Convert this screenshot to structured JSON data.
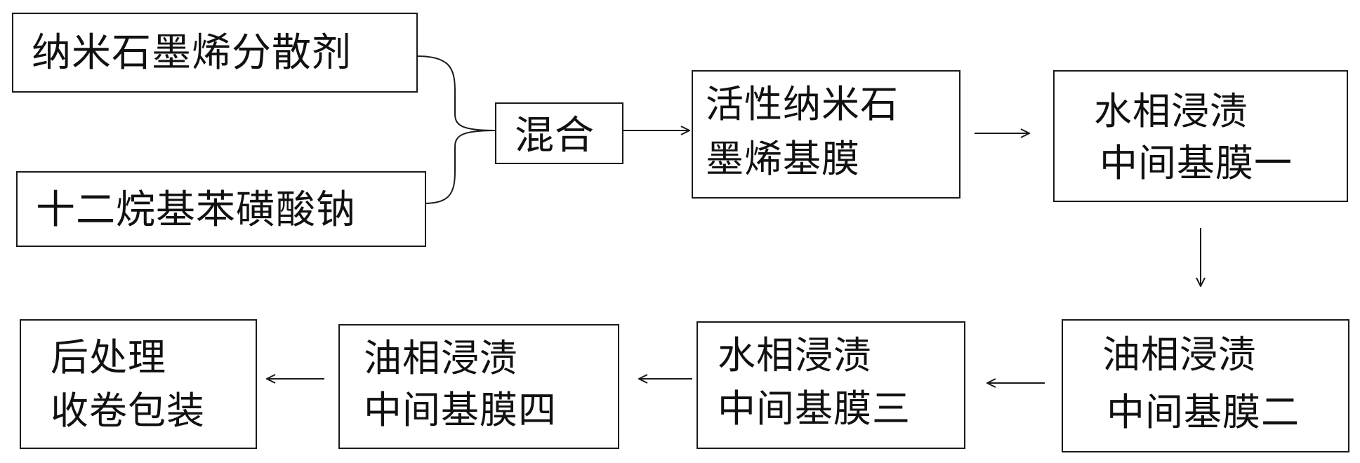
{
  "nodes": {
    "graphene_dispersant": {
      "lines": [
        "纳米石墨烯分散剂"
      ]
    },
    "sds": {
      "lines": [
        "十二烷基苯磺酸钠"
      ]
    },
    "mix": {
      "lines": [
        "混合"
      ]
    },
    "active_base_film": {
      "lines": [
        "活性纳米石",
        "墨烯基膜"
      ]
    },
    "aqueous_film_1": {
      "lines": [
        "水相浸渍",
        "中间基膜一"
      ]
    },
    "oil_film_2": {
      "lines": [
        "油相浸渍",
        "中间基膜二"
      ]
    },
    "aqueous_film_3": {
      "lines": [
        "水相浸渍",
        "中间基膜三"
      ]
    },
    "oil_film_4": {
      "lines": [
        "油相浸渍",
        "中间基膜四"
      ]
    },
    "post_treatment": {
      "lines": [
        "后处理",
        "收卷包装"
      ]
    }
  },
  "colors": {
    "stroke": "#1a1a1a",
    "text": "#111111",
    "background": "#ffffff"
  }
}
